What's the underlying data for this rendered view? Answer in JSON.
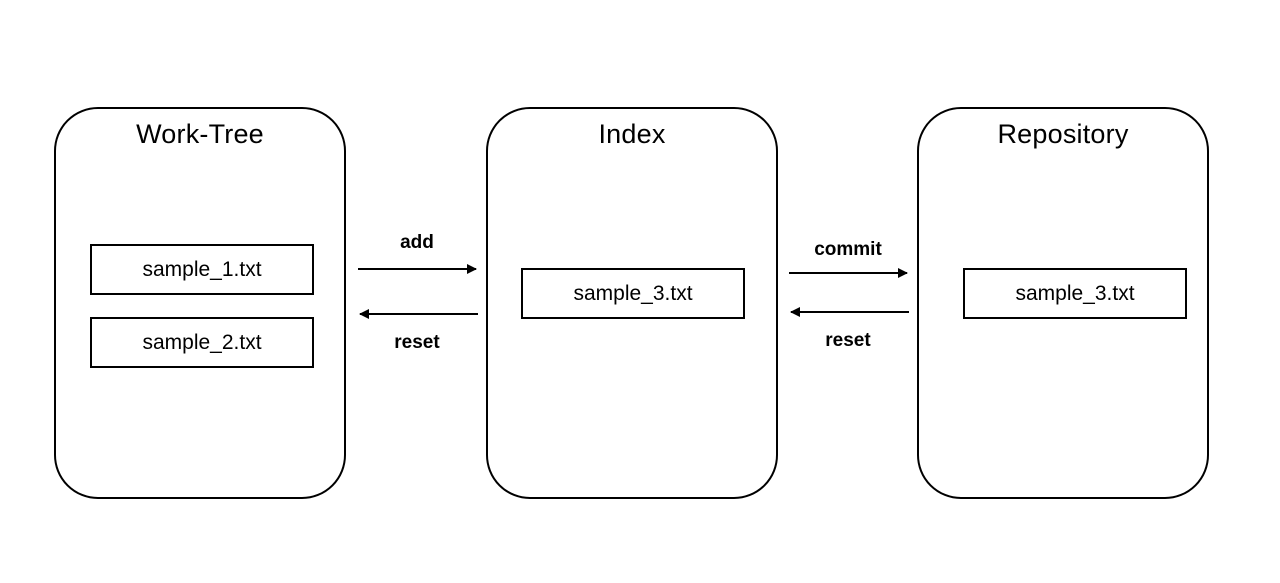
{
  "areas": {
    "worktree": {
      "title": "Work-Tree",
      "files": [
        "sample_1.txt",
        "sample_2.txt"
      ]
    },
    "index": {
      "title": "Index",
      "files": [
        "sample_3.txt"
      ]
    },
    "repository": {
      "title": "Repository",
      "files": [
        "sample_3.txt"
      ]
    }
  },
  "arrows": {
    "add": "add",
    "reset_worktree": "reset",
    "commit": "commit",
    "reset_index": "reset"
  }
}
